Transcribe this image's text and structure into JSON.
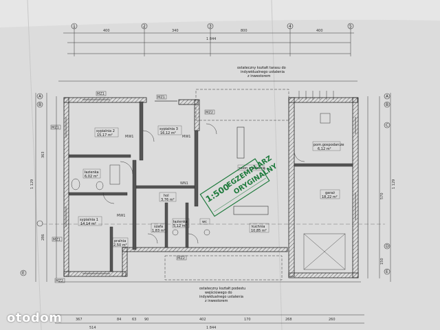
{
  "rooms": [
    {
      "name": "sypialnia 2",
      "area": "15,17 m²"
    },
    {
      "name": "sypialnia 3",
      "area": "16,12 m²"
    },
    {
      "name": "łazienka",
      "area": "6,02 m²"
    },
    {
      "name": "sypialnia 1",
      "area": "14,14 m²"
    },
    {
      "name": "hol",
      "area": "3,76 m²"
    },
    {
      "name": "szafa",
      "area": "1,83 m²"
    },
    {
      "name": "salon z jadalnią",
      "area": ""
    },
    {
      "name": "kuchnia",
      "area": "10,85 m²"
    },
    {
      "name": "wc",
      "area": ""
    },
    {
      "name": "łazienka",
      "area": "5,12 m²"
    },
    {
      "name": "pralnia",
      "area": "2,50 m²"
    },
    {
      "name": "pom.gospodarcze",
      "area": "6,12 m²"
    },
    {
      "name": "garaż",
      "area": "18,22 m²"
    }
  ],
  "notes": {
    "top": [
      "ostateczny kształt tarasu do",
      "indywidualnego ustalenia",
      "z inwestorem"
    ],
    "bottom": [
      "ostateczny kształt podestu",
      "wejściowego do",
      "indywidualnego ustalenia",
      "z inwestorem"
    ]
  },
  "stamp": {
    "scale": "1:500",
    "line1": "EGZEMPLARZ",
    "line2": "ORYGINALNY"
  },
  "grid_numbers": [
    "1",
    "2",
    "3",
    "4",
    "5"
  ],
  "grid_letters": [
    "A",
    "B",
    "C",
    "D",
    "E"
  ],
  "dims_top": [
    "400",
    "340",
    "800",
    "400",
    "1 844"
  ],
  "dims_bottom": [
    "367",
    "84",
    "63",
    "90",
    "402",
    "170",
    "268",
    "260",
    "514",
    "1 844"
  ],
  "dims_left": [
    "1 129",
    "363",
    "286"
  ],
  "dims_right": [
    "1 129",
    "570",
    "150"
  ],
  "labels": {
    "mz": "MZ1",
    "mw": "MW1",
    "mz2": "MZ2",
    "wn": "WN1"
  },
  "watermark": "otodom"
}
